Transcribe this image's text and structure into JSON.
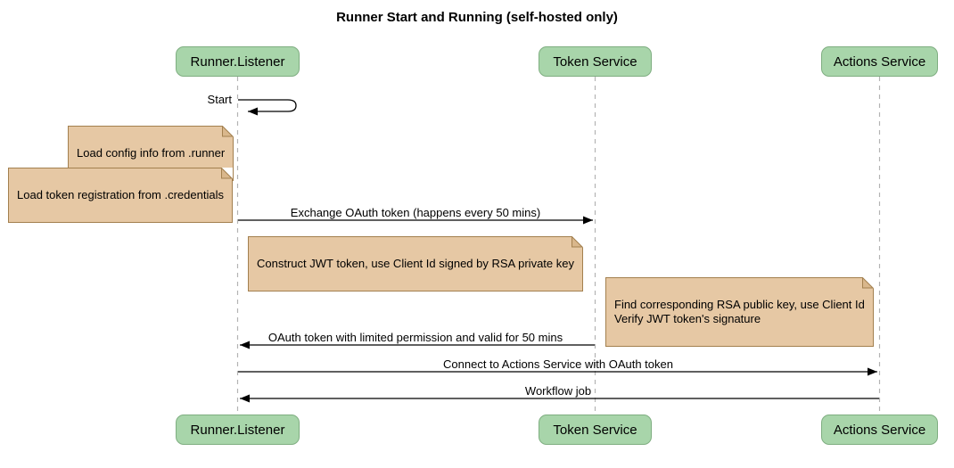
{
  "title": "Runner Start and Running (self-hosted only)",
  "participants": {
    "runner": "Runner.Listener",
    "token": "Token Service",
    "actions": "Actions Service"
  },
  "messages": {
    "start": "Start",
    "exchange": "Exchange OAuth token (happens every 50 mins)",
    "oauth_return": "OAuth token with limited permission and valid for 50 mins",
    "connect": "Connect to Actions Service with OAuth token",
    "workflow": "Workflow job"
  },
  "notes": {
    "load_config": "Load config info from .runner",
    "load_token": "Load token registration from .credentials",
    "construct_jwt": "Construct JWT token, use Client Id signed by RSA private key",
    "verify_jwt": "Find corresponding RSA public key, use Client Id\nVerify JWT token's signature"
  },
  "colors": {
    "participant_fill": "#a8d5aa",
    "participant_border": "#7fae81",
    "note_fill": "#e6c8a4",
    "note_border": "#a3804f",
    "note_fold_fill": "#d9b78c",
    "lifeline": "#b3b3b3",
    "arrow": "#000000"
  }
}
